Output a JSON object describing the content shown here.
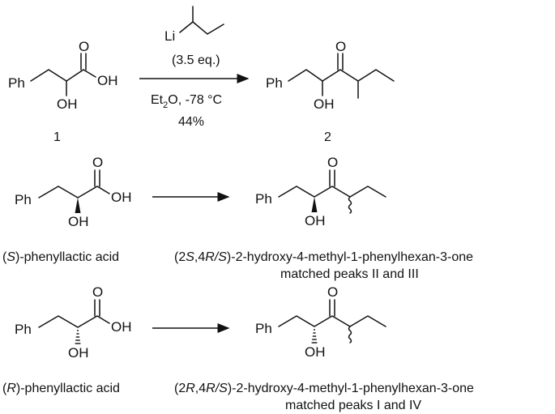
{
  "reaction1": {
    "start": {
      "ph": "Ph",
      "oh": "OH",
      "carbonyl_o": "O",
      "acid_oh": "OH",
      "number": "1"
    },
    "reagent": {
      "li": "Li",
      "equiv": "(3.5 eq.)",
      "solvent": "Et",
      "solvent_sub": "2",
      "conditions": "O, -78 °C",
      "yield": "44%"
    },
    "product": {
      "ph": "Ph",
      "oh": "OH",
      "carbonyl_o": "O",
      "number": "2"
    }
  },
  "reaction2": {
    "start": {
      "ph": "Ph",
      "oh": "OH",
      "carbonyl_o": "O",
      "acid_oh": "OH"
    },
    "start_caption": {
      "open": "(",
      "stereo": "S",
      "rest": ")-phenyllactic acid"
    },
    "product": {
      "ph": "Ph",
      "oh": "OH",
      "carbonyl_o": "O"
    },
    "product_caption": {
      "p1": "(2",
      "s1": "S",
      "p2": ",4",
      "s2": "R/S",
      "p3": ")-2-hydroxy-4-methyl-1-phenylhexan-3-one",
      "line2": "matched peaks II and III"
    }
  },
  "reaction3": {
    "start": {
      "ph": "Ph",
      "oh": "OH",
      "carbonyl_o": "O",
      "acid_oh": "OH"
    },
    "start_caption": {
      "open": "(",
      "stereo": "R",
      "rest": ")-phenyllactic acid"
    },
    "product": {
      "ph": "Ph",
      "oh": "OH",
      "carbonyl_o": "O"
    },
    "product_caption": {
      "p1": "(2",
      "s1": "R",
      "p2": ",4",
      "s2": "R/S",
      "p3": ")-2-hydroxy-4-methyl-1-phenylhexan-3-one",
      "line2": "matched peaks I and IV"
    }
  }
}
